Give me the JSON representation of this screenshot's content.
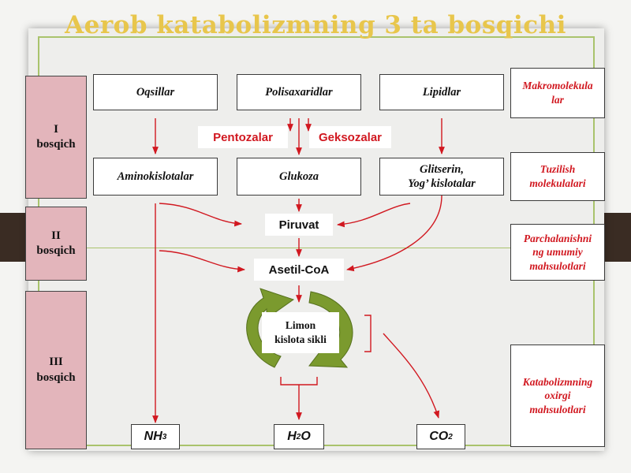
{
  "title": "Aerob katabolizmning 3 ta bosqichi",
  "stages": [
    {
      "label": "I\nbosqich"
    },
    {
      "label": "II\nbosqich"
    },
    {
      "label": "III\nbosqich"
    }
  ],
  "row1": [
    "Oqsillar",
    "Polisaxaridlar",
    "Lipidlar"
  ],
  "sugar_labels": {
    "left": "Pentozalar",
    "right": "Geksozalar"
  },
  "row2": [
    "Aminokislotalar",
    "Glukoza",
    "Glitserin,\nYog’ kislotalar"
  ],
  "nodes": {
    "pyruvate": "Piruvat",
    "acetyl": "Asetil-CoA"
  },
  "cycle": "Limon\nkislota sikli",
  "products": {
    "nh3": {
      "main": "NH",
      "sub": "3"
    },
    "h2o": {
      "pre": "H",
      "sub": "2",
      "post": "O"
    },
    "co2": {
      "main": "CO",
      "sub": "2"
    }
  },
  "side_labels": [
    "Makromolekula\nlar",
    "Tuzilish\nmolekulalari",
    "Parchalanishni\nng umumiy\nmahsulotlari",
    "Katabolizmning\noxirgi\nmahsulotlari"
  ],
  "colors": {
    "arrow": "#d11820",
    "cycle_green": "#7b9a2e",
    "stage_fill": "#e3b5bb",
    "frame": "#a9c36c",
    "title": "#e8c64c"
  }
}
